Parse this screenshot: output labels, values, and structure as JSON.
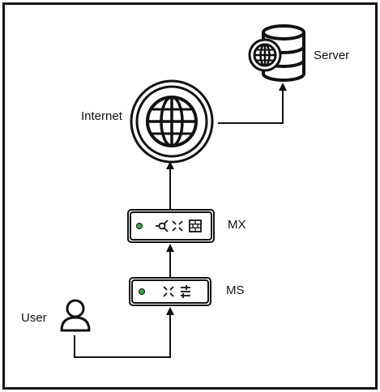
{
  "diagram": {
    "nodes": {
      "server": {
        "label": "Server",
        "icon": "database-globe-icon"
      },
      "internet": {
        "label": "Internet",
        "icon": "globe-icon"
      },
      "mx": {
        "label": "MX",
        "icon": "security-appliance-icon"
      },
      "ms": {
        "label": "MS",
        "icon": "switch-icon"
      },
      "user": {
        "label": "User",
        "icon": "person-icon"
      }
    },
    "edges": [
      {
        "from": "user",
        "to": "ms"
      },
      {
        "from": "ms",
        "to": "mx"
      },
      {
        "from": "mx",
        "to": "internet"
      },
      {
        "from": "internet",
        "to": "server"
      }
    ],
    "colors": {
      "stroke": "#111111",
      "status_led": "#3aa845",
      "background": "#ffffff"
    }
  }
}
